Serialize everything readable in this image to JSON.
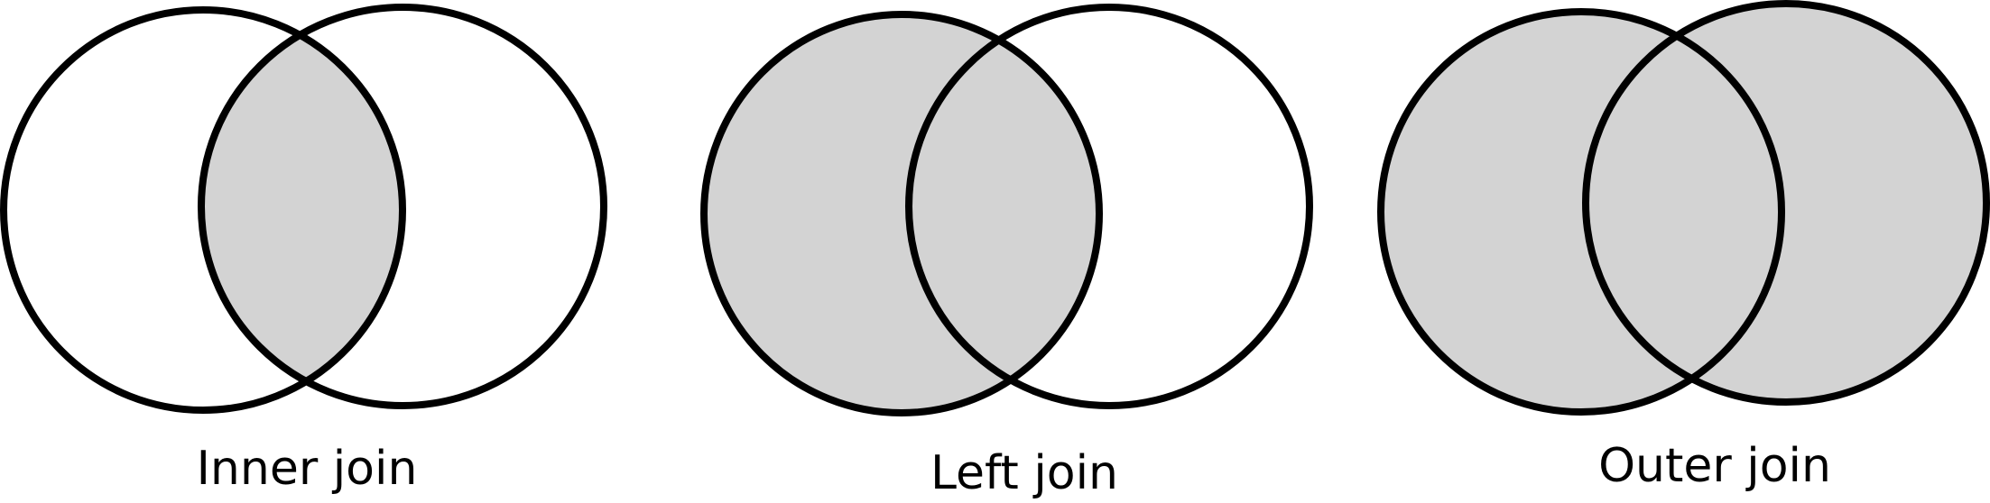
{
  "colors": {
    "fill": "#d3d3d3",
    "stroke": "#000000",
    "background": "#ffffff"
  },
  "diagrams": [
    {
      "id": "inner",
      "label": "Inner join",
      "shaded": "intersection"
    },
    {
      "id": "left",
      "label": "Left join",
      "shaded": "left"
    },
    {
      "id": "outer",
      "label": "Outer join",
      "shaded": "union"
    }
  ]
}
